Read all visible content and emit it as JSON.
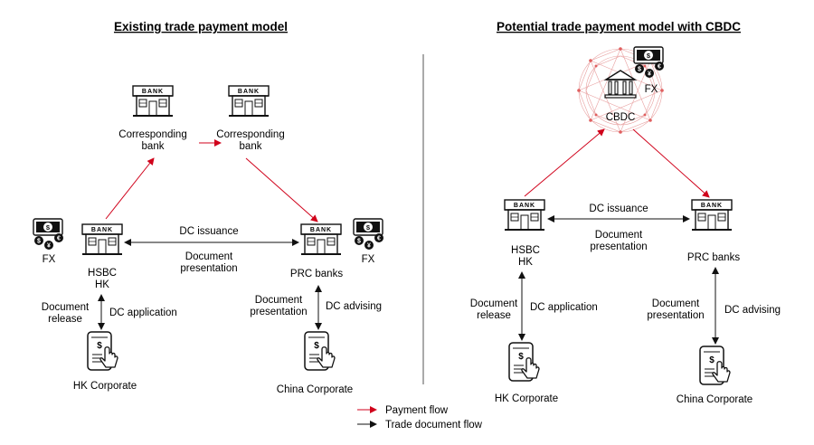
{
  "titles": {
    "left": "Existing trade payment model",
    "right": "Potential trade payment model with CBDC"
  },
  "left": {
    "corr_bank_1": [
      "Corresponding",
      "bank"
    ],
    "corr_bank_2": [
      "Corresponding",
      "bank"
    ],
    "hsbc": [
      "HSBC",
      "HK"
    ],
    "prc": "PRC banks",
    "fx_left": "FX",
    "fx_right": "FX",
    "dc_issuance": "DC issuance",
    "doc_presentation_mid": [
      "Document",
      "presentation"
    ],
    "doc_release": [
      "Document",
      "release"
    ],
    "dc_application": "DC application",
    "doc_presentation_right": [
      "Document",
      "presentation"
    ],
    "dc_advising": "DC advising",
    "hk_corporate": "HK Corporate",
    "china_corporate": "China Corporate"
  },
  "right": {
    "cbdc": "CBDC",
    "fx": "FX",
    "hsbc": [
      "HSBC",
      "HK"
    ],
    "prc": "PRC banks",
    "dc_issuance": "DC issuance",
    "doc_presentation_mid": [
      "Document",
      "presentation"
    ],
    "doc_release": [
      "Document",
      "release"
    ],
    "dc_application": "DC application",
    "doc_presentation_right": [
      "Document",
      "presentation"
    ],
    "dc_advising": "DC advising",
    "hk_corporate": "HK Corporate",
    "china_corporate": "China Corporate"
  },
  "icons": {
    "bank_sign": "BANK",
    "coin_symbols": [
      "$",
      "€",
      "¥"
    ]
  },
  "legend": {
    "payment_flow": "Payment flow",
    "trade_document_flow": "Trade document flow"
  },
  "colors": {
    "payment_flow": "#d0021b",
    "trade_document_flow": "#111111",
    "network": "#e8a0a0"
  }
}
